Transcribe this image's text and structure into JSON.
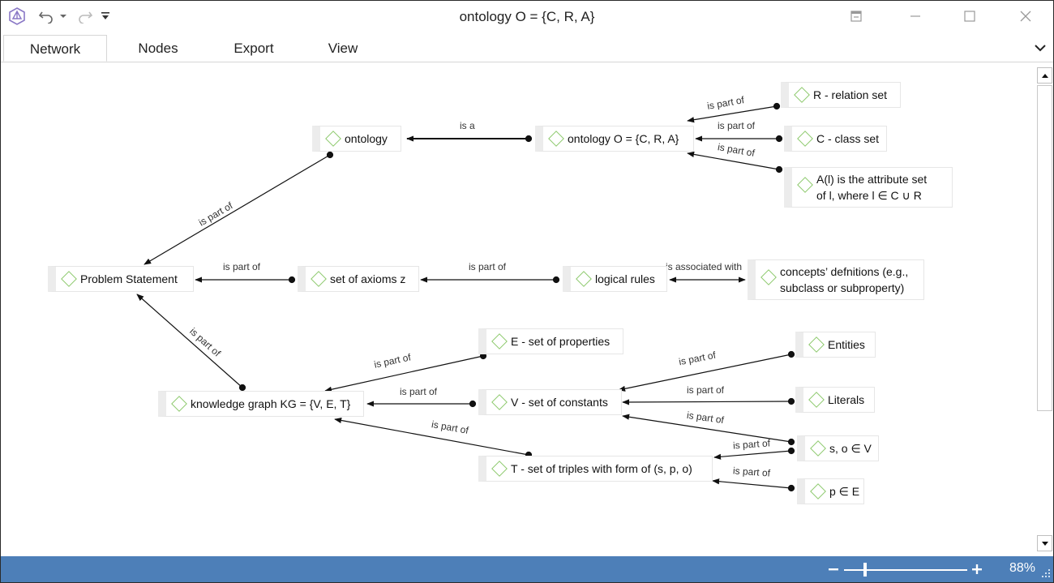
{
  "window": {
    "title": "ontology O = {C, R, A}"
  },
  "quick_access": {
    "app_icon": "app-logo-icon",
    "undo_icon": "undo-icon",
    "undo_dropdown_icon": "caret-down-icon",
    "redo_icon": "redo-icon",
    "customize_icon": "customize-toolbar-icon"
  },
  "window_controls": [
    "restore-panel-icon",
    "minimize-icon",
    "maximize-icon",
    "close-icon"
  ],
  "ribbon": {
    "tabs": [
      {
        "label": "Network",
        "active": true
      },
      {
        "label": "Nodes",
        "active": false
      },
      {
        "label": "Export",
        "active": false
      },
      {
        "label": "View",
        "active": false
      }
    ],
    "collapse_icon": "chevron-down-icon"
  },
  "graph": {
    "nodes": {
      "ontology": "ontology",
      "ontology_o": "ontology O = {C, R, A}",
      "r_set": "R - relation set",
      "c_set": "C - class set",
      "a_line1": "A(l) is the attribute  set",
      "a_line2": "of l, where l ∈ C ∪ R",
      "problem": "Problem Statement",
      "axioms": "set of axioms z",
      "logical": "logical rules",
      "concepts_line1": "concepts’ defnitions (e.g.,",
      "concepts_line2": "subclass or subproperty)",
      "e_set": "E - set of properties",
      "kg": "knowledge graph KG = {V, E, T}",
      "v_set": "V - set of constants",
      "entities": "Entities",
      "literals": "Literals",
      "s_o": "s, o ∈ V",
      "t_set": "T - set of triples with form of (s, p, o)",
      "p": "p ∈ E"
    },
    "edge_labels": {
      "is_a": "is a",
      "is_part_of": "is part of",
      "is_associated_with": "is associated with"
    }
  },
  "scrollbar": {
    "up_icon": "scroll-up-icon",
    "down_icon": "scroll-down-icon"
  },
  "status_bar": {
    "zoom_out_icon": "zoom-out-icon",
    "zoom_in_icon": "zoom-in-icon",
    "zoom_level": 88,
    "zoom_label": "88%",
    "resize_icon": "resize-grip-icon"
  },
  "colors": {
    "status_bar": "#4d7fb8",
    "node_icon": "#8cc96c"
  }
}
